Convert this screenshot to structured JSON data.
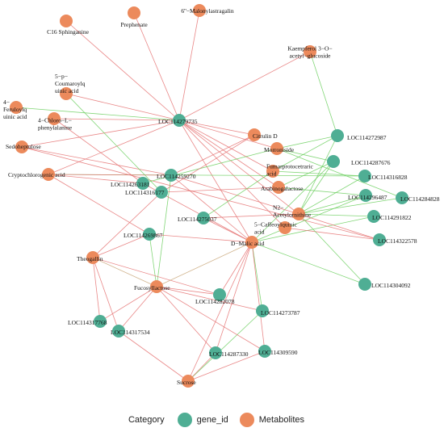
{
  "colors": {
    "gene": "#4fae94",
    "metabolite": "#ec8a5c",
    "edge_positive": "#e57373",
    "edge_negative": "#6ccf5f",
    "edge_mixed": "#c9a77a"
  },
  "legend": {
    "title": "Category",
    "gene_label": "gene_id",
    "metabolite_label": "Metabolites"
  },
  "nodes": [
    {
      "id": "m1",
      "label": "C16 Sphinganine",
      "type": "metabolite"
    },
    {
      "id": "m2",
      "label": "Prephenate",
      "type": "metabolite"
    },
    {
      "id": "m3",
      "label": "6''-Malonylastragalin",
      "type": "metabolite"
    },
    {
      "id": "m4",
      "label": "Kaempferol 3-O-acetyl-glucoside",
      "type": "metabolite"
    },
    {
      "id": "m5",
      "label": "5-p-Coumaroylquinic acid",
      "type": "metabolite"
    },
    {
      "id": "m6",
      "label": "4-Feruloylquinic acid",
      "type": "metabolite"
    },
    {
      "id": "m7",
      "label": "4-Chloro-L-phenylalanine",
      "type": "metabolite"
    },
    {
      "id": "m8",
      "label": "Sedoheptulose",
      "type": "metabolite"
    },
    {
      "id": "m9",
      "label": "Citrulin D",
      "type": "metabolite"
    },
    {
      "id": "m10",
      "label": "Morroniside",
      "type": "metabolite"
    },
    {
      "id": "m11",
      "label": "Fumarprotocetraric acid",
      "type": "metabolite"
    },
    {
      "id": "m12",
      "label": "Arabinogalactose",
      "type": "metabolite"
    },
    {
      "id": "m13",
      "label": "Cryptochlorogenic acid",
      "type": "metabolite"
    },
    {
      "id": "m14",
      "label": "N2-Acetylornithine",
      "type": "metabolite"
    },
    {
      "id": "m15",
      "label": "5-Caffeoylquinic acid",
      "type": "metabolite"
    },
    {
      "id": "m16",
      "label": "D-Malic acid",
      "type": "metabolite"
    },
    {
      "id": "m17",
      "label": "Theogallin",
      "type": "metabolite"
    },
    {
      "id": "m18",
      "label": "Fucosyllactose",
      "type": "metabolite"
    },
    {
      "id": "m19",
      "label": "Sucrose",
      "type": "metabolite"
    },
    {
      "id": "g1",
      "label": "LOC114279735",
      "type": "gene"
    },
    {
      "id": "g2",
      "label": "LOC114272987",
      "type": "gene"
    },
    {
      "id": "g3",
      "label": "LOC114287676",
      "type": "gene"
    },
    {
      "id": "g4",
      "label": "LOC114316828",
      "type": "gene"
    },
    {
      "id": "g5",
      "label": "LOC114296487",
      "type": "gene"
    },
    {
      "id": "g6",
      "label": "LOC114284828",
      "type": "gene"
    },
    {
      "id": "g7",
      "label": "LOC114291822",
      "type": "gene"
    },
    {
      "id": "g8",
      "label": "LOC114322578",
      "type": "gene"
    },
    {
      "id": "g9",
      "label": "LOC114304092",
      "type": "gene"
    },
    {
      "id": "g10",
      "label": "LOC114259270",
      "type": "gene"
    },
    {
      "id": "g11",
      "label": "LOC114263181",
      "type": "gene"
    },
    {
      "id": "g12",
      "label": "LOC114316177",
      "type": "gene"
    },
    {
      "id": "g13",
      "label": "LOC114275037",
      "type": "gene"
    },
    {
      "id": "g14",
      "label": "LOC114269867",
      "type": "gene"
    },
    {
      "id": "g15",
      "label": "LOC114282078",
      "type": "gene"
    },
    {
      "id": "g16",
      "label": "LOC114273787",
      "type": "gene"
    },
    {
      "id": "g17",
      "label": "LOC114317768",
      "type": "gene"
    },
    {
      "id": "g18",
      "label": "LOC114317534",
      "type": "gene"
    },
    {
      "id": "g19",
      "label": "LOC114287330",
      "type": "gene"
    },
    {
      "id": "g20",
      "label": "LOC114309590",
      "type": "gene"
    }
  ],
  "edges": [
    {
      "source": "g1",
      "target": "m1",
      "sign": "positive"
    },
    {
      "source": "g1",
      "target": "m2",
      "sign": "positive"
    },
    {
      "source": "g1",
      "target": "m3",
      "sign": "positive"
    },
    {
      "source": "g1",
      "target": "m4",
      "sign": "positive"
    },
    {
      "source": "g1",
      "target": "m5",
      "sign": "positive"
    },
    {
      "source": "g1",
      "target": "m6",
      "sign": "negative"
    },
    {
      "source": "g1",
      "target": "m7",
      "sign": "positive"
    },
    {
      "source": "g1",
      "target": "m8",
      "sign": "positive"
    },
    {
      "source": "g1",
      "target": "m9",
      "sign": "positive"
    },
    {
      "source": "g1",
      "target": "m10",
      "sign": "positive"
    },
    {
      "source": "g1",
      "target": "m11",
      "sign": "positive"
    },
    {
      "source": "g1",
      "target": "m12",
      "sign": "positive"
    },
    {
      "source": "g1",
      "target": "m13",
      "sign": "positive"
    },
    {
      "source": "g1",
      "target": "m14",
      "sign": "positive"
    },
    {
      "source": "g1",
      "target": "m15",
      "sign": "positive"
    },
    {
      "source": "g1",
      "target": "m16",
      "sign": "positive"
    },
    {
      "source": "g2",
      "target": "m4",
      "sign": "negative"
    },
    {
      "source": "g2",
      "target": "m10",
      "sign": "negative"
    },
    {
      "source": "g2",
      "target": "m11",
      "sign": "negative"
    },
    {
      "source": "g2",
      "target": "m14",
      "sign": "negative"
    },
    {
      "source": "g3",
      "target": "m10",
      "sign": "negative"
    },
    {
      "source": "g3",
      "target": "m12",
      "sign": "negative"
    },
    {
      "source": "g3",
      "target": "m14",
      "sign": "negative"
    },
    {
      "source": "g3",
      "target": "m16",
      "sign": "negative"
    },
    {
      "source": "g4",
      "target": "m11",
      "sign": "negative"
    },
    {
      "source": "g4",
      "target": "m14",
      "sign": "negative"
    },
    {
      "source": "g4",
      "target": "m13",
      "sign": "negative"
    },
    {
      "source": "g5",
      "target": "m14",
      "sign": "negative"
    },
    {
      "source": "g5",
      "target": "m12",
      "sign": "negative"
    },
    {
      "source": "g5",
      "target": "m16",
      "sign": "negative"
    },
    {
      "source": "g6",
      "target": "m14",
      "sign": "negative"
    },
    {
      "source": "g6",
      "target": "m10",
      "sign": "negative"
    },
    {
      "source": "g7",
      "target": "m14",
      "sign": "negative"
    },
    {
      "source": "g7",
      "target": "m16",
      "sign": "negative"
    },
    {
      "source": "g8",
      "target": "m14",
      "sign": "positive"
    },
    {
      "source": "g8",
      "target": "m15",
      "sign": "positive"
    },
    {
      "source": "g8",
      "target": "m8",
      "sign": "positive"
    },
    {
      "source": "g9",
      "target": "m16",
      "sign": "negative"
    },
    {
      "source": "g9",
      "target": "m14",
      "sign": "negative"
    },
    {
      "source": "g10",
      "target": "m9",
      "sign": "positive"
    },
    {
      "source": "g10",
      "target": "m13",
      "sign": "positive"
    },
    {
      "source": "g10",
      "target": "m8",
      "sign": "positive"
    },
    {
      "source": "g10",
      "target": "m14",
      "sign": "positive"
    },
    {
      "source": "g10",
      "target": "m16",
      "sign": "positive"
    },
    {
      "source": "g10",
      "target": "m18",
      "sign": "negative"
    },
    {
      "source": "g11",
      "target": "m7",
      "sign": "positive"
    },
    {
      "source": "g11",
      "target": "m13",
      "sign": "positive"
    },
    {
      "source": "g11",
      "target": "m10",
      "sign": "negative"
    },
    {
      "source": "g11",
      "target": "m16",
      "sign": "positive"
    },
    {
      "source": "g12",
      "target": "m5",
      "sign": "negative"
    },
    {
      "source": "g12",
      "target": "m9",
      "sign": "positive"
    },
    {
      "source": "g12",
      "target": "m17",
      "sign": "positive"
    },
    {
      "source": "g12",
      "target": "m12",
      "sign": "positive"
    },
    {
      "source": "g13",
      "target": "m14",
      "sign": "positive"
    },
    {
      "source": "g13",
      "target": "m16",
      "sign": "positive"
    },
    {
      "source": "g13",
      "target": "m11",
      "sign": "negative"
    },
    {
      "source": "g14",
      "target": "m17",
      "sign": "positive"
    },
    {
      "source": "g14",
      "target": "m16",
      "sign": "positive"
    },
    {
      "source": "g14",
      "target": "m13",
      "sign": "positive"
    },
    {
      "source": "g14",
      "target": "m18",
      "sign": "negative"
    },
    {
      "source": "g15",
      "target": "m16",
      "sign": "positive"
    },
    {
      "source": "g15",
      "target": "m18",
      "sign": "positive"
    },
    {
      "source": "g15",
      "target": "m17",
      "sign": "positive"
    },
    {
      "source": "g16",
      "target": "m16",
      "sign": "negative"
    },
    {
      "source": "g16",
      "target": "m18",
      "sign": "positive"
    },
    {
      "source": "g16",
      "target": "m19",
      "sign": "negative"
    },
    {
      "source": "g17",
      "target": "m17",
      "sign": "positive"
    },
    {
      "source": "g17",
      "target": "m18",
      "sign": "positive"
    },
    {
      "source": "g18",
      "target": "m18",
      "sign": "positive"
    },
    {
      "source": "g18",
      "target": "m19",
      "sign": "positive"
    },
    {
      "source": "g18",
      "target": "m17",
      "sign": "positive"
    },
    {
      "source": "g19",
      "target": "m16",
      "sign": "positive"
    },
    {
      "source": "g19",
      "target": "m19",
      "sign": "positive"
    },
    {
      "source": "g19",
      "target": "m18",
      "sign": "positive"
    },
    {
      "source": "g20",
      "target": "m16",
      "sign": "positive"
    },
    {
      "source": "g20",
      "target": "m18",
      "sign": "positive"
    },
    {
      "source": "g20",
      "target": "m19",
      "sign": "positive"
    },
    {
      "source": "m17",
      "target": "m18",
      "sign": "mixed"
    },
    {
      "source": "m16",
      "target": "m18",
      "sign": "mixed"
    },
    {
      "source": "m16",
      "target": "m19",
      "sign": "positive"
    }
  ]
}
